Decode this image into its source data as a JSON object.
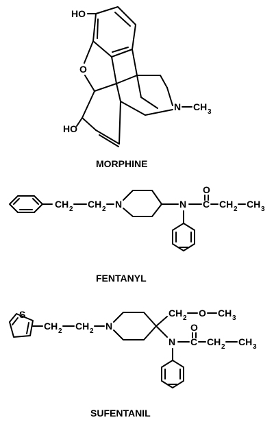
{
  "morphine": {
    "name": "MORPHINE",
    "labels": {
      "hydroxyl_top": "HO",
      "ether_oxygen": "O",
      "hydroxyl_bottom": "HO",
      "amine": "N",
      "methyl": "CH",
      "methyl_sub": "3"
    }
  },
  "fentanyl": {
    "name": "FENTANYL",
    "labels": {
      "ch2_a": "CH",
      "ch2_a_sub": "2",
      "ch2_b": "CH",
      "ch2_b_sub": "2",
      "piperidine_n": "N",
      "amide_n": "N",
      "carbonyl_o": "O",
      "carbonyl_c": "C",
      "ch2_c": "CH",
      "ch2_c_sub": "2",
      "ch3": "CH",
      "ch3_sub": "3"
    }
  },
  "sufentanil": {
    "name": "SUFENTANIL",
    "labels": {
      "thiophene_s": "S",
      "ch2_a": "CH",
      "ch2_a_sub": "2",
      "ch2_b": "CH",
      "ch2_b_sub": "2",
      "piperidine_n": "N",
      "methoxy_ch2": "CH",
      "methoxy_ch2_sub": "2",
      "methoxy_o": "O",
      "methoxy_ch3": "CH",
      "methoxy_ch3_sub": "3",
      "amide_n": "N",
      "carbonyl_o": "O",
      "carbonyl_c": "C",
      "ch2_c": "CH",
      "ch2_c_sub": "2",
      "ch3": "CH",
      "ch3_sub": "3"
    }
  }
}
